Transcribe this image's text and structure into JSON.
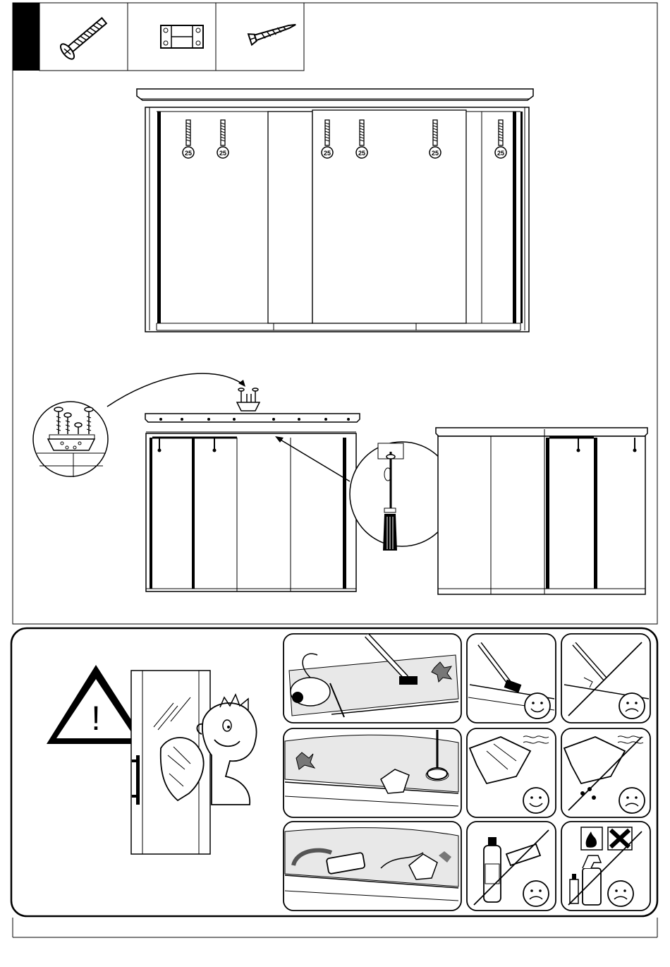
{
  "parts_bar": {
    "items": [
      {
        "icon": "bolt-icon"
      },
      {
        "icon": "connector-plate-icon"
      },
      {
        "icon": "wood-screw-icon"
      }
    ]
  },
  "step_top": {
    "screw_tags": [
      "25",
      "25",
      "25",
      "25",
      "25",
      "25"
    ]
  },
  "warning": {
    "symbol": "!"
  },
  "care_grid": {
    "cells": [
      {
        "name": "vacuum-brush-panel",
        "mood": ""
      },
      {
        "name": "brush-ok",
        "mood": "happy"
      },
      {
        "name": "brush-not-ok",
        "mood": "sad"
      },
      {
        "name": "suction-cleaner-panel",
        "mood": ""
      },
      {
        "name": "dry-cloth-ok",
        "mood": "happy"
      },
      {
        "name": "wet-cloth-not-ok",
        "mood": "sad"
      },
      {
        "name": "sponge-wipe-panel",
        "mood": ""
      },
      {
        "name": "cleaner-bottle-not-ok",
        "mood": "sad"
      },
      {
        "name": "chemical-spray-not-ok",
        "mood": "sad"
      }
    ]
  }
}
